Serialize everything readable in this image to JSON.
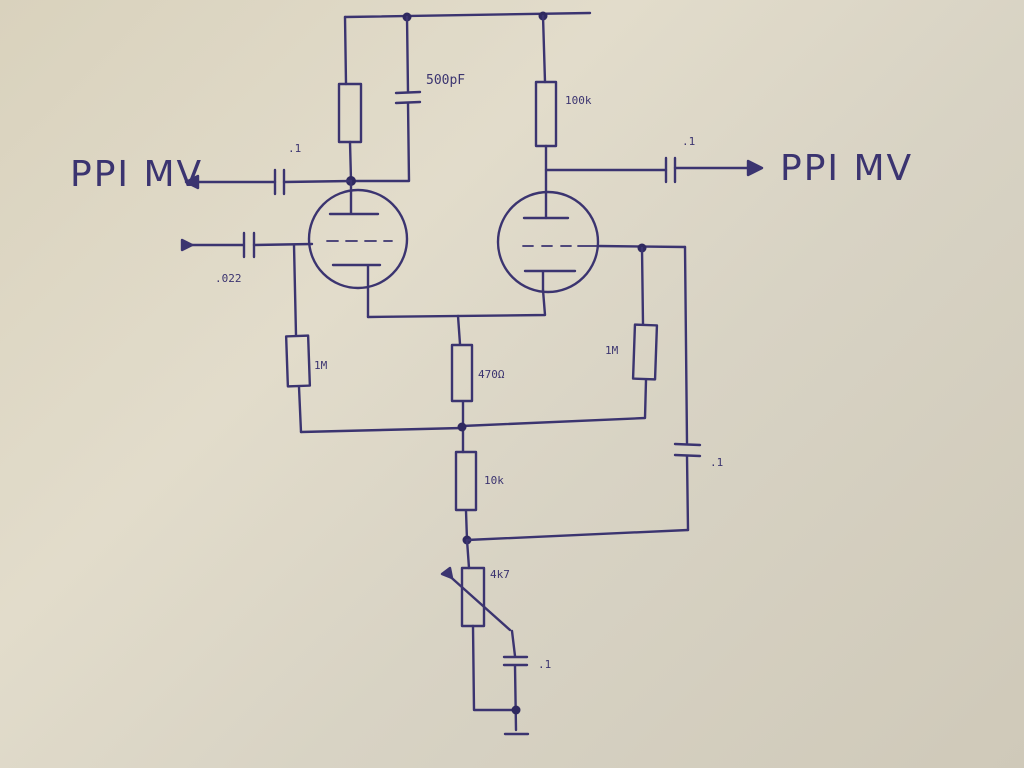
{
  "labels": {
    "output_left": "PPI MV",
    "output_right": "PPI MV",
    "cap_plate_bypass": "500pF",
    "cap_out_left": ".1",
    "cap_out_right": ".1",
    "cap_input": ".022",
    "res_plate_right": "100k",
    "res_grid_left": "1M",
    "res_cathode": "470Ω",
    "res_grid_right": "1M",
    "res_tail": "10k",
    "cap_grid_right": ".1",
    "pot": "4k7",
    "cap_pot": ".1"
  },
  "colors": {
    "ink": "#3b3470",
    "paper": "#ddd7c6"
  }
}
